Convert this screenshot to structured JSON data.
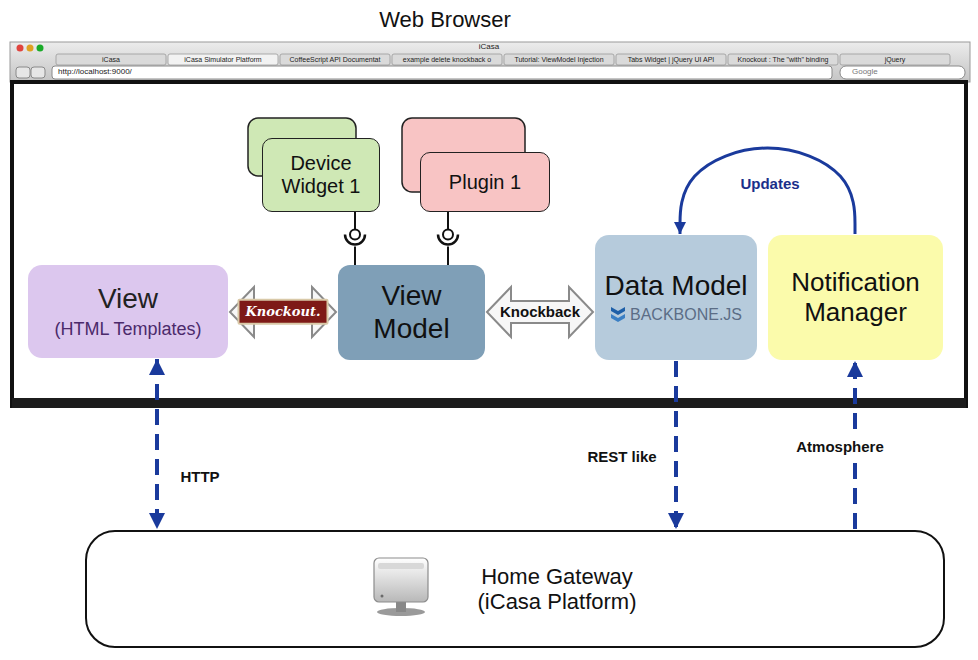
{
  "diagram": {
    "title": "Web Browser",
    "nodes": [
      {
        "text": [
          "Device Widget 1"
        ]
      },
      {
        "text": [
          "Plugin 1"
        ]
      },
      {
        "text": [
          "View",
          "(HTML Templates)"
        ]
      },
      {
        "text": [
          "View Model"
        ]
      },
      {
        "text": [
          "Data Model",
          "BACKBONE.JS"
        ]
      },
      {
        "text": [
          "Notification Manager"
        ]
      },
      {
        "text": [
          "Home Gateway (iCasa Platform)"
        ]
      }
    ],
    "edges": [
      {
        "from": 2,
        "to": 3,
        "arrow": "both",
        "label": "Knockout."
      },
      {
        "from": 0,
        "to": 3,
        "arrow": "none"
      },
      {
        "from": 1,
        "to": 3,
        "arrow": "none"
      },
      {
        "from": 3,
        "to": 4,
        "arrow": "both",
        "label": "Knockback"
      },
      {
        "from": 5,
        "to": 4,
        "arrow": "to",
        "label": "Updates"
      },
      {
        "from": 4,
        "to": 6,
        "arrow": "to",
        "label": "REST like"
      },
      {
        "from": 6,
        "to": 5,
        "arrow": "to",
        "label": "Atmosphere"
      },
      {
        "from": 2,
        "to": 6,
        "arrow": "both",
        "label": "HTTP"
      }
    ],
    "labels": [
      "iCasa",
      "iCasa",
      "iCasa Simulator Platform",
      "CoffeeScript API Documentat",
      "example delete knockback o",
      "Tutorial: ViewModel Injection",
      "Tabs Widget | jQuery UI API",
      "Knockout : The \"with\" binding",
      "jQuery",
      "http://localhost:9000/",
      "Google"
    ]
  }
}
